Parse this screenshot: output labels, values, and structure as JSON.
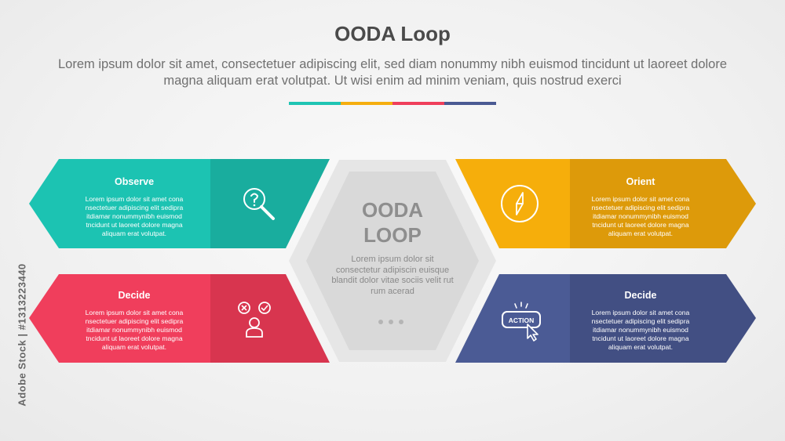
{
  "header": {
    "title": "OODA Loop",
    "subtitle": "Lorem ipsum dolor sit amet, consectetuer adipiscing elit, sed diam nonummy nibh euismod tincidunt ut laoreet dolore magna aliquam erat volutpat. Ut wisi enim ad minim veniam, quis nostrud exerci",
    "divider_colors": [
      "#1fc4b3",
      "#f5ae0f",
      "#ef3e5b",
      "#4a5a93"
    ]
  },
  "center": {
    "title_line1": "OODA",
    "title_line2": "LOOP",
    "body": "Lorem ipsum dolor sit consectetur adipiscin euisque blandit dolor vitae sociis velit rut rum acerad"
  },
  "cards": [
    {
      "title": "Observe",
      "body": "Lorem ipsum dolor sit amet cona nsectetuer adipiscing elit sedipra itdiamar nonummynibh euismod tncidunt ut laoreet dolore magna aliquam erat volutpat.",
      "icon": "magnifier-question-icon",
      "color": "#1cc3b2",
      "color_dark": "#19ad9e"
    },
    {
      "title": "Orient",
      "body": "Lorem ipsum dolor sit amet cona nsectetuer adipiscing elit sedipra itdiamar nonummynibh euismod tncidunt ut laoreet dolore magna aliquam erat volutpat.",
      "icon": "compass-icon",
      "color": "#f6ae0b",
      "color_dark": "#dd9a0a"
    },
    {
      "title": "Decide",
      "body": "Lorem ipsum dolor sit amet cona nsectetuer adipiscing elit sedipra itdiamar nonummynibh euismod tncidunt ut laoreet dolore magna aliquam erat volutpat.",
      "icon": "decision-person-icon",
      "color": "#f03e5c",
      "color_dark": "#d8354f"
    },
    {
      "title": "Decide",
      "body": "Lorem ipsum dolor sit amet cona nsectetuer adipiscing elit sedipra itdiamar nonummynibh euismod tncidunt ut laoreet dolore magna aliquam erat volutpat.",
      "icon": "action-button-click-icon",
      "icon_text": "ACTION",
      "color": "#4b5b95",
      "color_dark": "#424f83"
    }
  ],
  "watermark": {
    "text": "Adobe Stock | #1313223440"
  }
}
